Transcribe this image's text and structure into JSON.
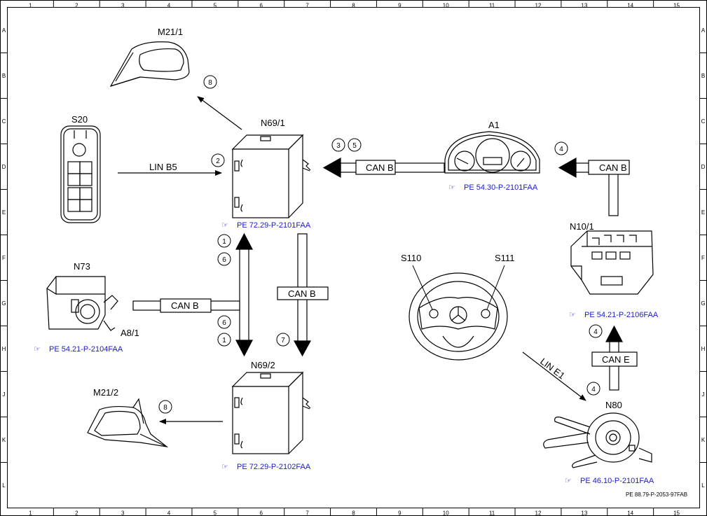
{
  "grid": {
    "columns": [
      "1",
      "2",
      "3",
      "4",
      "5",
      "6",
      "7",
      "8",
      "9",
      "10",
      "11",
      "12",
      "13",
      "14",
      "15"
    ],
    "rows": [
      "A",
      "B",
      "C",
      "D",
      "E",
      "F",
      "G",
      "H",
      "J",
      "K",
      "L"
    ]
  },
  "components": {
    "m21_1": "M21/1",
    "s20": "S20",
    "n69_1": "N69/1",
    "a1": "A1",
    "n10_1": "N10/1",
    "n73": "N73",
    "a8_1": "A8/1",
    "s110": "S110",
    "s111": "S111",
    "n69_2": "N69/2",
    "m21_2": "M21/2",
    "n80": "N80"
  },
  "buses": {
    "lin_b5": "LIN B5",
    "can_b_a1": "CAN B",
    "can_b_n10": "CAN B",
    "can_b_n73": "CAN B",
    "can_b_down": "CAN B",
    "can_e": "CAN E",
    "lin_e1": "LIN E1"
  },
  "steps": {
    "s8a": "8",
    "s2": "2",
    "s3": "3",
    "s5": "5",
    "s4a": "4",
    "s1a": "1",
    "s6a": "6",
    "s6b": "6",
    "s1b": "1",
    "s7": "7",
    "s4b": "4",
    "s4c": "4",
    "s8b": "8"
  },
  "refs": {
    "n69_1": "PE 72.29-P-2101FAA",
    "a1": "PE 54.30-P-2101FAA",
    "n10_1": "PE 54.21-P-2106FAA",
    "n73": "PE 54.21-P-2104FAA",
    "n69_2": "PE 72.29-P-2102FAA",
    "n80": "PE 46.10-P-2101FAA"
  },
  "doc_code": "PE 88.79-P-2053-97FAB",
  "colors": {
    "line": "#000000",
    "reference": "#1a1acc",
    "background": "#ffffff"
  }
}
